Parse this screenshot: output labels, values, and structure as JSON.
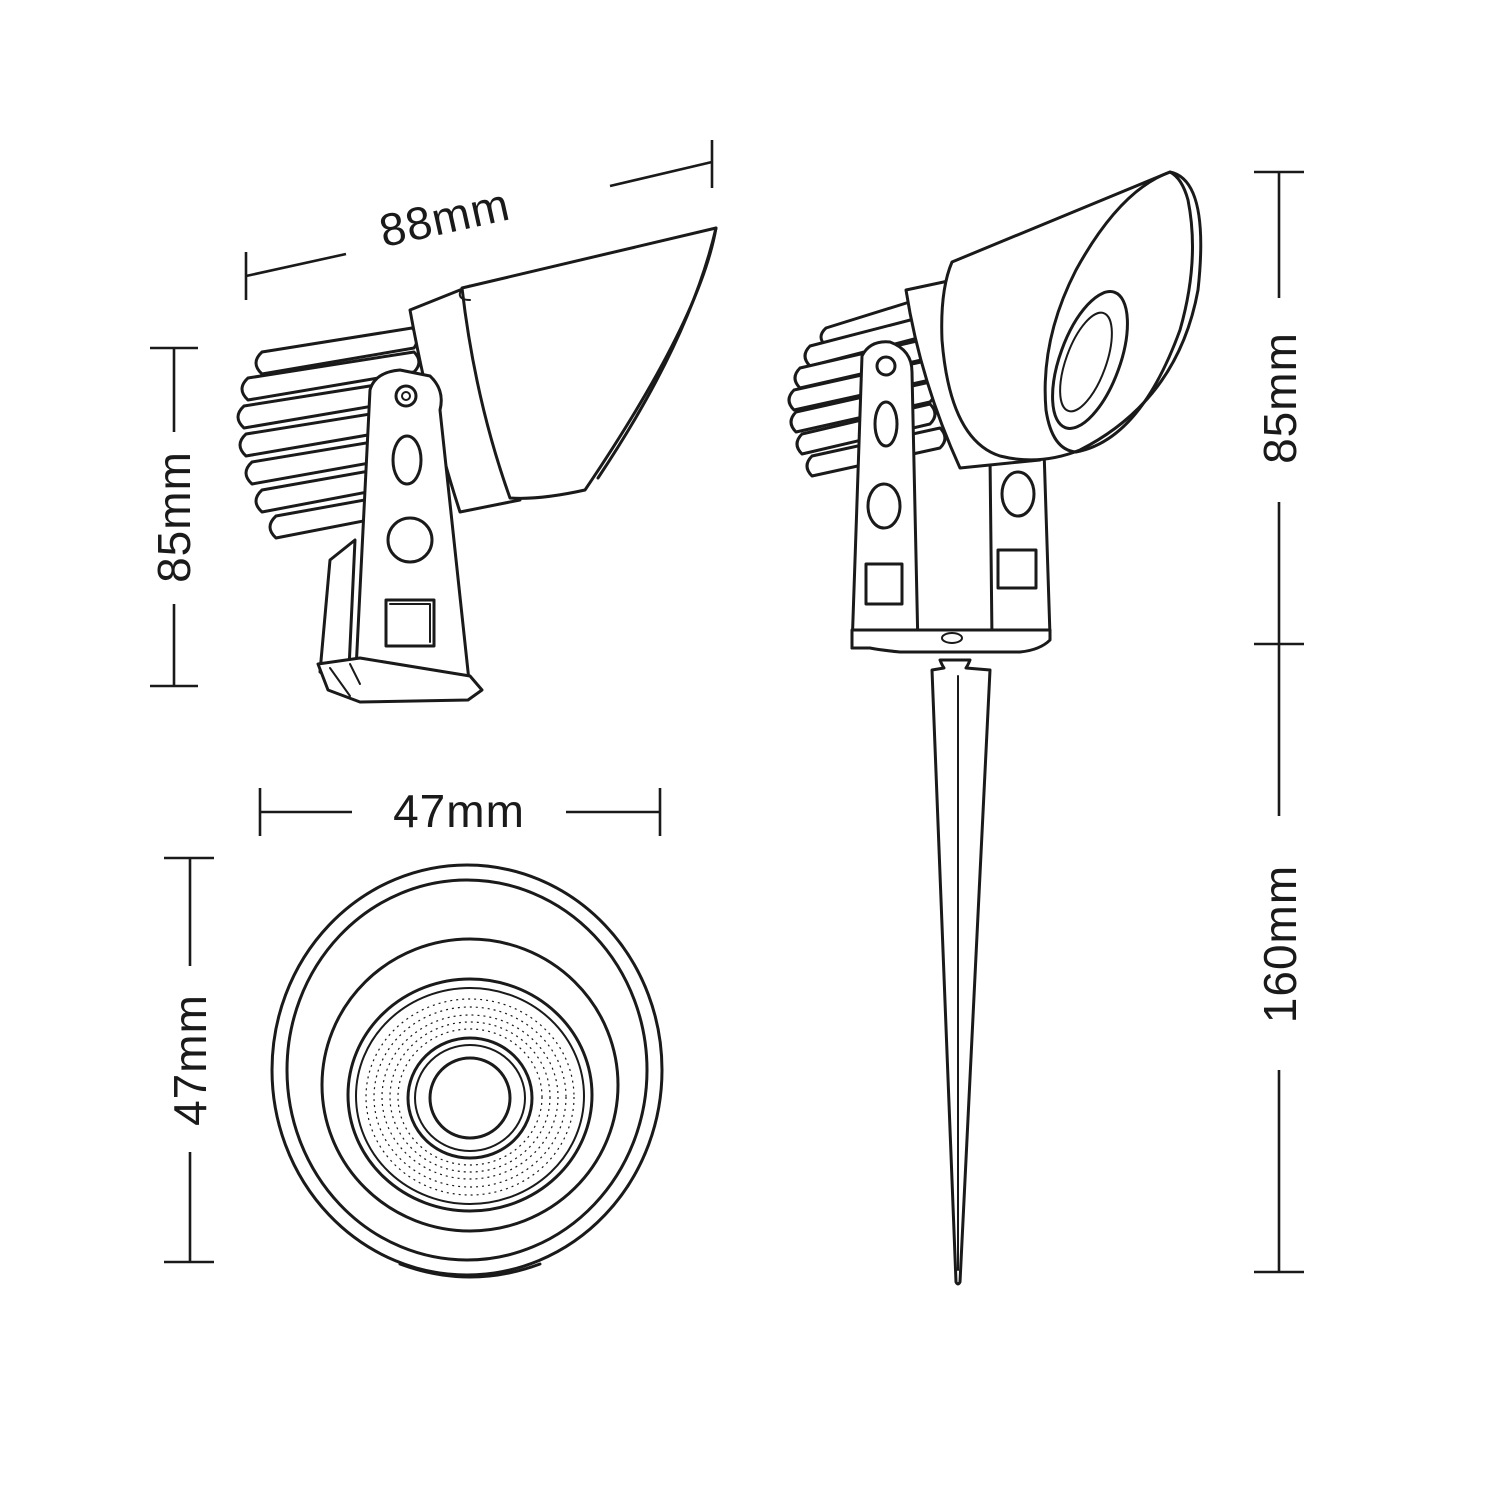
{
  "dimensions": {
    "side_view_length": "88mm",
    "side_view_height": "85mm",
    "front_view_width": "47mm",
    "front_view_height": "47mm",
    "spike_head_height": "85mm",
    "spike_length": "160mm"
  },
  "colors": {
    "line": "#1a1a1a",
    "background": "#ffffff"
  }
}
